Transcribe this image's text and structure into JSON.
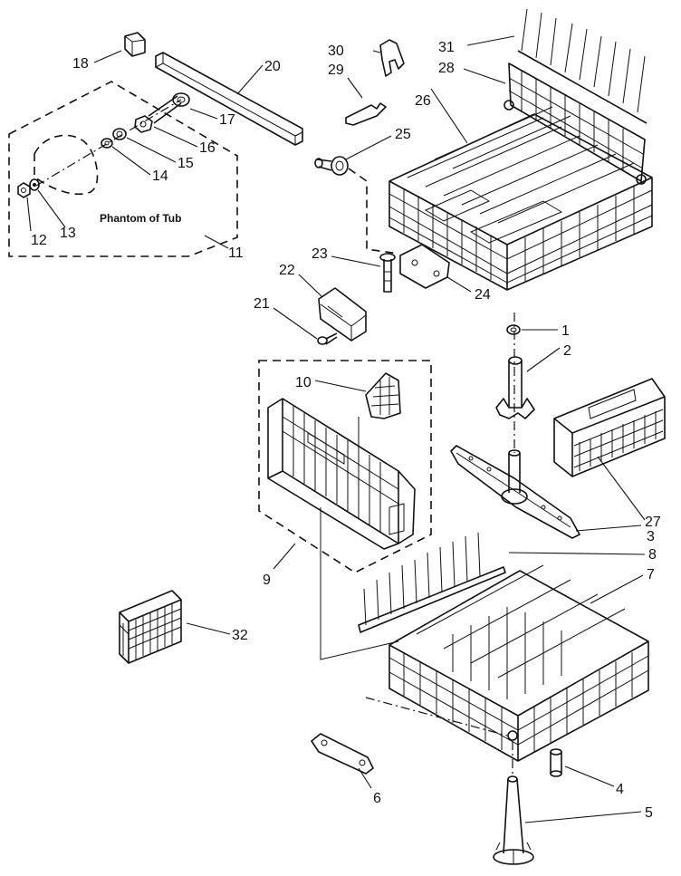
{
  "note_phantom": "Phantom of Tub",
  "callouts": [
    {
      "id": "c1",
      "text": "1"
    },
    {
      "id": "c2",
      "text": "2"
    },
    {
      "id": "c3",
      "text": "3"
    },
    {
      "id": "c4",
      "text": "4"
    },
    {
      "id": "c5",
      "text": "5"
    },
    {
      "id": "c6",
      "text": "6"
    },
    {
      "id": "c7",
      "text": "7"
    },
    {
      "id": "c8",
      "text": "8"
    },
    {
      "id": "c9",
      "text": "9"
    },
    {
      "id": "c10",
      "text": "10"
    },
    {
      "id": "c11",
      "text": "11"
    },
    {
      "id": "c12",
      "text": "12"
    },
    {
      "id": "c13",
      "text": "13"
    },
    {
      "id": "c14",
      "text": "14"
    },
    {
      "id": "c15",
      "text": "15"
    },
    {
      "id": "c16",
      "text": "16"
    },
    {
      "id": "c17",
      "text": "17"
    },
    {
      "id": "c18",
      "text": "18"
    },
    {
      "id": "c20",
      "text": "20"
    },
    {
      "id": "c21",
      "text": "21"
    },
    {
      "id": "c22",
      "text": "22"
    },
    {
      "id": "c23",
      "text": "23"
    },
    {
      "id": "c24",
      "text": "24"
    },
    {
      "id": "c25",
      "text": "25"
    },
    {
      "id": "c26",
      "text": "26"
    },
    {
      "id": "c27",
      "text": "27"
    },
    {
      "id": "c28",
      "text": "28"
    },
    {
      "id": "c29",
      "text": "29"
    },
    {
      "id": "c30",
      "text": "30"
    },
    {
      "id": "c31",
      "text": "31"
    },
    {
      "id": "c32",
      "text": "32"
    }
  ]
}
